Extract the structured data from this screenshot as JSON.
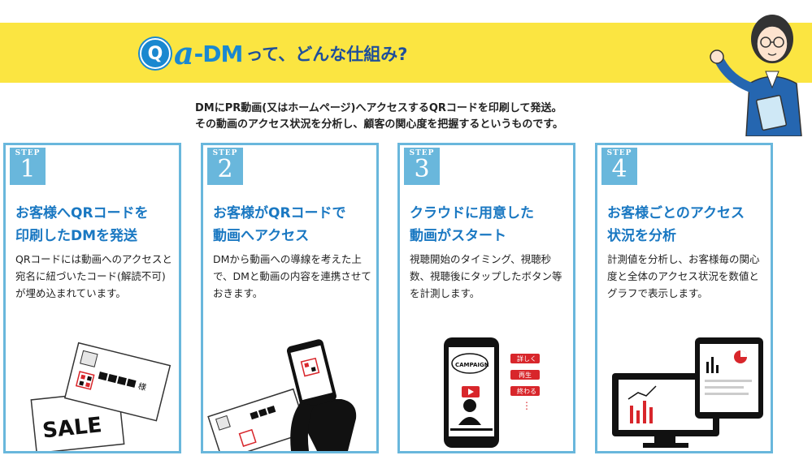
{
  "header": {
    "logo_q": "Q",
    "logo_a": "a",
    "logo_dm": "-DM",
    "title": "って、どんな仕組み?"
  },
  "intro": {
    "line1": "DMにPR動画(又はホームページ)へアクセスするQRコードを印刷して発送。",
    "line2": "その動画のアクセス状況を分析し、顧客の関心度を把握するというものです。"
  },
  "colors": {
    "banner": "#fbe541",
    "accent": "#69b7dc",
    "title_blue": "#1a78c2",
    "logo_blue": "#1a88d0",
    "red": "#d8262b"
  },
  "steps": [
    {
      "label": "STEP",
      "number": "1",
      "title1": "お客様へQRコードを",
      "title2": "印刷したDMを発送",
      "body": "QRコードには動画へのアクセスと宛名に紐づいたコード(解読不可)が埋め込まれています。",
      "illustration": "dm-postcards-with-qr-and-sale"
    },
    {
      "label": "STEP",
      "number": "2",
      "title1": "お客様がQRコードで",
      "title2": "動画へアクセス",
      "body": "DMから動画への導線を考えた上で、DMと動画の内容を連携させておきます。",
      "illustration": "hand-scanning-qr-with-smartphone"
    },
    {
      "label": "STEP",
      "number": "3",
      "title1": "クラウドに用意した",
      "title2": "動画がスタート",
      "body": "視聴開始のタイミング、視聴秒数、視聴後にタップしたボタン等を計測します。",
      "illustration": "smartphone-playing-campaign-video",
      "tags": [
        "詳しく",
        "再生",
        "終わる",
        "⋮"
      ],
      "screen_text": "CAMPAIGN"
    },
    {
      "label": "STEP",
      "number": "4",
      "title1": "お客様ごとのアクセス",
      "title2": "状況を分析",
      "body": "計測値を分析し、お客様毎の関心度と全体のアクセス状況を数値とグラフで表示します。",
      "illustration": "monitor-and-tablet-with-charts"
    }
  ],
  "sticker": "様"
}
